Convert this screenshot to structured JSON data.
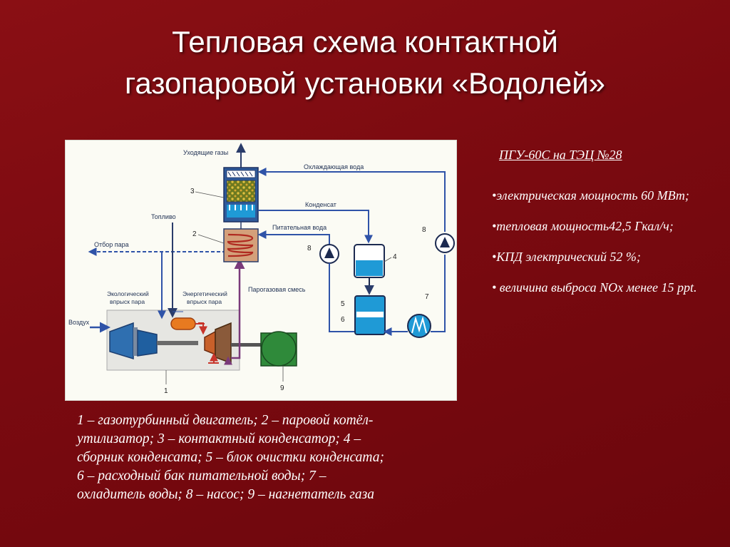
{
  "title_lines": [
    "Тепловая схема контактной",
    "газопаровой установки «Водолей»"
  ],
  "diagram": {
    "labels": {
      "exhaust": "Уходящие газы",
      "cooling_water": "Охлаждающая вода",
      "condensate": "Конденсат",
      "feed_water": "Питательная вода",
      "fuel": "Топливо",
      "steam_extraction": "Отбор пара",
      "eco_injection_1": "Экологический",
      "eco_injection_2": "впрыск пара",
      "energy_injection_1": "Энергетический",
      "energy_injection_2": "впрыск пара",
      "gas_steam_mix": "Парогазовая смесь",
      "air": "Воздух"
    },
    "numbers": {
      "n1": "1",
      "n2": "2",
      "n3": "3",
      "n4": "4",
      "n5": "5",
      "n6": "6",
      "n7": "7",
      "n8a": "8",
      "n8b": "8",
      "n9": "9"
    }
  },
  "specs": {
    "title": "ПГУ-60С на ТЭЦ №28",
    "items": [
      "•электрическая мощность 60 МВт;",
      "•тепловая мощность42,5 Гкал/ч;",
      "•КПД электрический 52 %;",
      "• величина выброса NOx менее 15 ppt."
    ]
  },
  "legend_lines": [
    "1 – газотурбинный двигатель; 2 – паровой котёл-",
    "утилизатор; 3 – контактный конденсатор; 4 –",
    "сборник конденсата; 5 – блок очистки конденсата;",
    "6 – расходный бак питательной воды; 7 –",
    "охладитель воды; 8 – насос; 9 – нагнетатель газа"
  ],
  "colors": {
    "background": "#7a0a10",
    "pipe_blue": "#2f53a8",
    "steam_red": "#c8342a",
    "gas_purple": "#7a3a7a",
    "tank_blue": "#1f9ad6",
    "generator_green": "#2f8a3a"
  }
}
